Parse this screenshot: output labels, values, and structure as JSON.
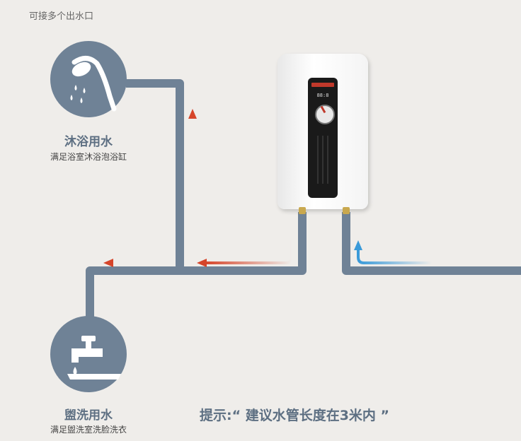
{
  "header": {
    "title": "可接多个出水口"
  },
  "outlets": {
    "shower": {
      "title": "沐浴用水",
      "subtitle": "满足浴室沐浴泡浴缸",
      "icon": "shower-icon"
    },
    "sink": {
      "title": "盥洗用水",
      "subtitle": "满足盥洗室洗脸洗衣",
      "icon": "faucet-icon"
    }
  },
  "tip": {
    "text": "提示:“ 建议水管长度在3米内 ”"
  },
  "heater": {
    "display": "88:8"
  },
  "colors": {
    "pipe": "#6f8296",
    "hot_arrow": "#d6452a",
    "cold_arrow": "#3a9ad9",
    "background": "#efedea"
  }
}
